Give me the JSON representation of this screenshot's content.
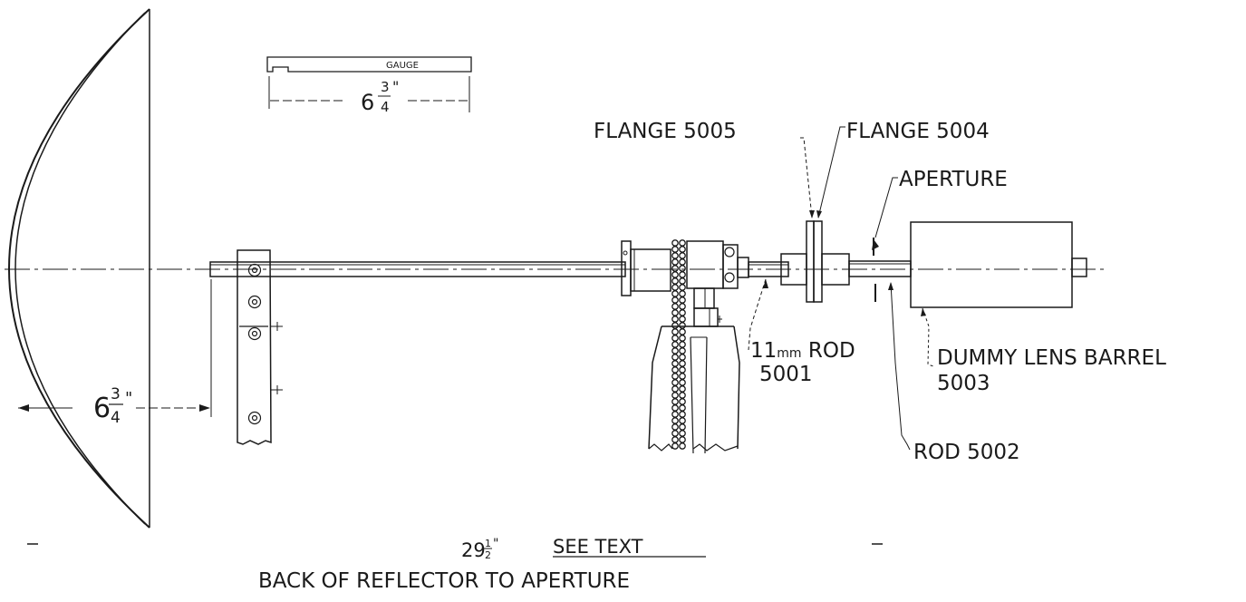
{
  "labels": {
    "gauge": "GAUGE",
    "gauge_dim_whole": "6",
    "gauge_dim_num": "3",
    "gauge_dim_den": "4",
    "gauge_dim_unit": "\"",
    "flange_5005": "FLANGE 5005",
    "flange_5004": "FLANGE 5004",
    "aperture": "APERTURE",
    "rod_11mm_line1": "11mm ROD",
    "rod_11mm_line2": "5001",
    "dummy_lens_line1": "DUMMY LENS BARREL",
    "dummy_lens_line2": "5003",
    "rod_5002": "ROD 5002",
    "left_dim_whole": "6",
    "left_dim_num": "3",
    "left_dim_den": "4",
    "left_dim_unit": "\"",
    "distance_whole": "29",
    "distance_num": "1",
    "distance_den": "2",
    "distance_unit": "\"",
    "see_text": "SEE TEXT",
    "caption": "BACK OF REFLECTOR TO APERTURE"
  }
}
